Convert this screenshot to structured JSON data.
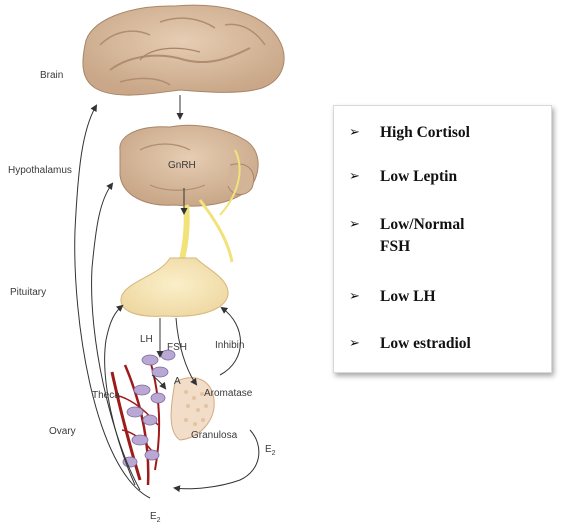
{
  "diagram": {
    "labels": {
      "brain": "Brain",
      "hypothalamus": "Hypothalamus",
      "pituitary": "Pituitary",
      "ovary": "Ovary",
      "gnrh": "GnRH",
      "lh": "LH",
      "fsh": "FSH",
      "inhibin": "Inhibin",
      "theca": "Theca",
      "a": "A",
      "aromatase": "Aromatase",
      "granulosa": "Granulosa",
      "e2_right": "E",
      "e2_right_sub": "2",
      "e2_bottom": "E",
      "e2_bottom_sub": "2"
    },
    "colors": {
      "tissue": "#d9bfa4",
      "tissue_dark": "#b8967a",
      "yellow_nerve": "#f2e27a",
      "vessel": "#9e1b1b",
      "cell": "#b9a8d4",
      "arrow": "#333333"
    }
  },
  "info_box": {
    "bullet_symbol": "➢",
    "items": [
      "High Cortisol",
      "Low Leptin",
      "Low/Normal FSH",
      "Low LH",
      "Low estradiol"
    ]
  }
}
